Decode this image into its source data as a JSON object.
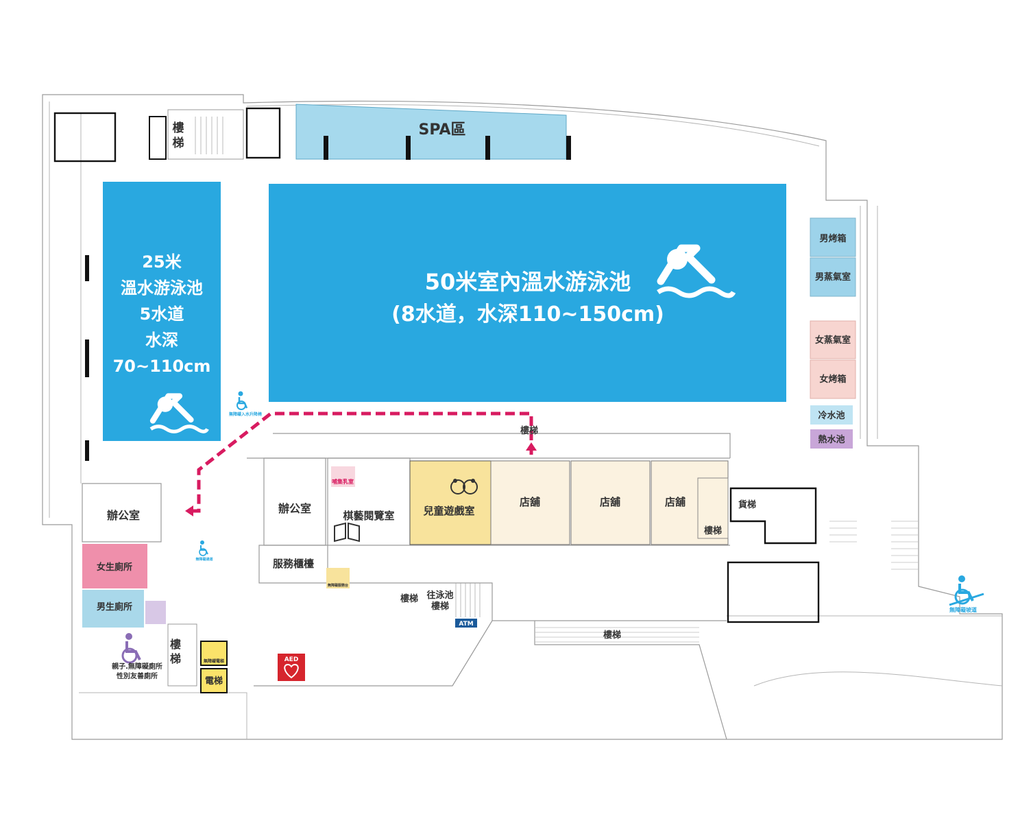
{
  "colors": {
    "pool": "#29a8e0",
    "spa": "#a6d9ed",
    "sauna_male": "#9dd3ea",
    "sauna_female": "#f7d5d0",
    "cold_pool": "#bfe4f3",
    "hot_pool": "#c8a6d8",
    "kids_room": "#f8e39c",
    "shop": "#fbf2e0",
    "womens_toilet": "#ef8fab",
    "mens_toilet": "#a9d8ea",
    "route": "#d81b60",
    "aed": "#d6252d"
  },
  "rooms": {
    "spa": "SPA區",
    "pool50_line1": "50米室內溫水游泳池",
    "pool50_line2": "(8水道，水深110~150cm)",
    "pool25": [
      "25米",
      "溫水游泳池",
      "5水道",
      "水深",
      "70~110cm"
    ],
    "male_sauna_box": "男烤箱",
    "male_steam": "男蒸氣室",
    "female_steam": "女蒸氣室",
    "female_sauna_box": "女烤箱",
    "cold_pool": "冷水池",
    "hot_pool": "熱水池",
    "office_left": "辦公室",
    "office_center": "辦公室",
    "chess_reading": "棋藝閱覽室",
    "service_counter": "服務櫃檯",
    "kids_playroom": "兒童遊戲室",
    "shop_1": "店舖",
    "shop_2": "店舖",
    "shop_3": "店舖",
    "freight": "貨梯",
    "womens_toilet": "女生廁所",
    "mens_toilet": "男生廁所",
    "family_toilet_line1": "親子.無障礙廁所",
    "family_toilet_line2": "性別友善廁所",
    "elevator": "電梯",
    "atm": "ATM",
    "aed": "AED",
    "nursing_room": "哺集乳室",
    "to_pool_stairs_line1": "往泳池",
    "to_pool_stairs_line2": "樓梯"
  },
  "stairs": {
    "top_left_1": "樓",
    "top_left_2": "梯",
    "pool_side": "樓梯",
    "right_shop": "樓梯",
    "center": "樓梯",
    "bottom_wide": "樓梯",
    "left_lower_1": "樓",
    "left_lower_2": "梯"
  },
  "icons": {
    "swimmer": "swimmer-icon",
    "wheelchair": "wheelchair-icon",
    "aed": "aed-heart-icon",
    "book": "open-book-icon",
    "toys": "teddy-bear-icon"
  },
  "small_labels": {
    "accessible_pool_lift": "無障礙入水升降椅",
    "accessible_ramp": "無障礙坡道",
    "accessible_path": "無障礙通道",
    "accessible_elevator": "無障礙電梯",
    "accessible_counter": "無障礙服務台"
  }
}
